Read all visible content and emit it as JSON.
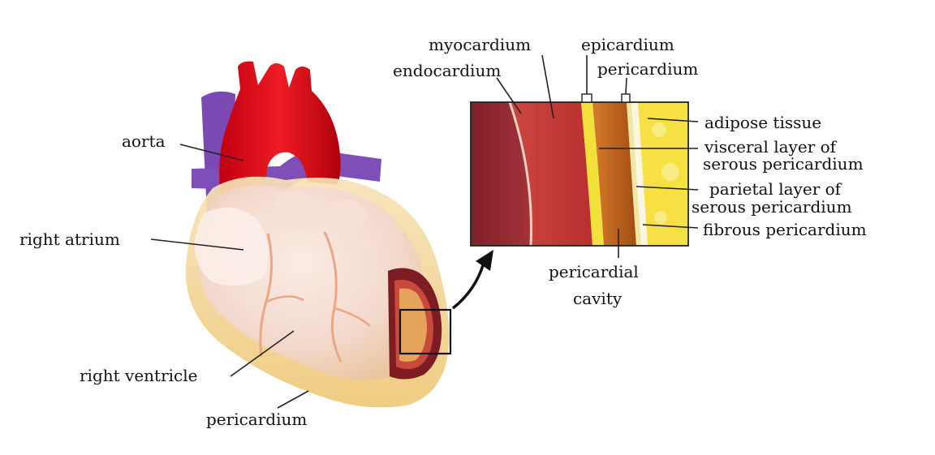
{
  "colors": {
    "aorta_red": "#e0141c",
    "vein_purple": "#7a49b4",
    "pericardium_sac": "#f2d69a",
    "heart_muscle": "#f4ddd4",
    "myocardium": "#c23a37",
    "endocardium": "#8e1f22",
    "epicardium": "#f2e13a",
    "pericardial_cavity": "#b75e1d",
    "adipose": "#f6e043",
    "callout_arrow": "#111111"
  },
  "labels": {
    "aorta": "aorta",
    "right_atrium": "right atrium",
    "right_ventricle": "right ventricle",
    "pericardium_bottom": "pericardium",
    "myocardium": "myocardium",
    "endocardium": "endocardium",
    "epicardium": "epicardium",
    "pericardium_top": "pericardium",
    "adipose_tissue": "adipose tissue",
    "visceral_line1": "visceral layer of",
    "visceral_line2": "serous pericardium",
    "parietal_line1": "parietal layer of",
    "parietal_line2": "serous pericardium",
    "fibrous_pericardium": "fibrous pericardium",
    "pericardial_cavity_line1": "pericardial",
    "pericardial_cavity_line2": "cavity"
  }
}
